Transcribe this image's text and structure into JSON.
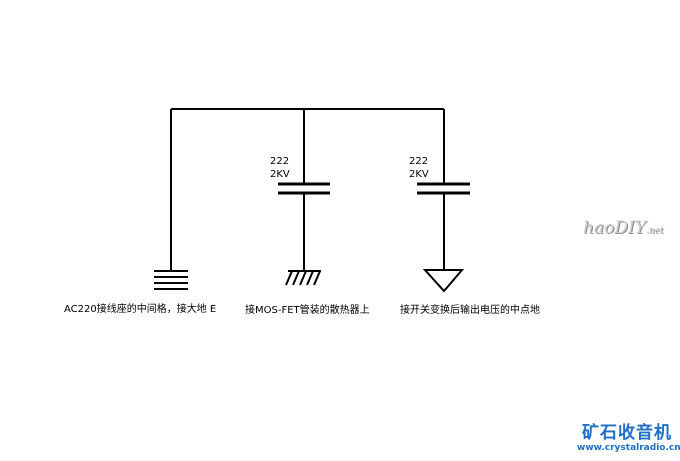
{
  "components": {
    "cap1": {
      "value": "222",
      "rating": "2KV"
    },
    "cap2": {
      "value": "222",
      "rating": "2KV"
    }
  },
  "captions": {
    "earth": "AC220接线座的中间格，接大地 E",
    "chassis": "接MOS-FET管装的散热器上",
    "signal": "接开关变换后输出电压的中点地"
  },
  "watermarks": {
    "site_mark": "haoDIY",
    "site_mark_suffix": ".net",
    "brand_title": "矿石收音机",
    "brand_url": "www.crystalradio.cn"
  },
  "colors": {
    "line": "#000000",
    "brand": "#1f6fc4",
    "background": "#ffffff"
  }
}
